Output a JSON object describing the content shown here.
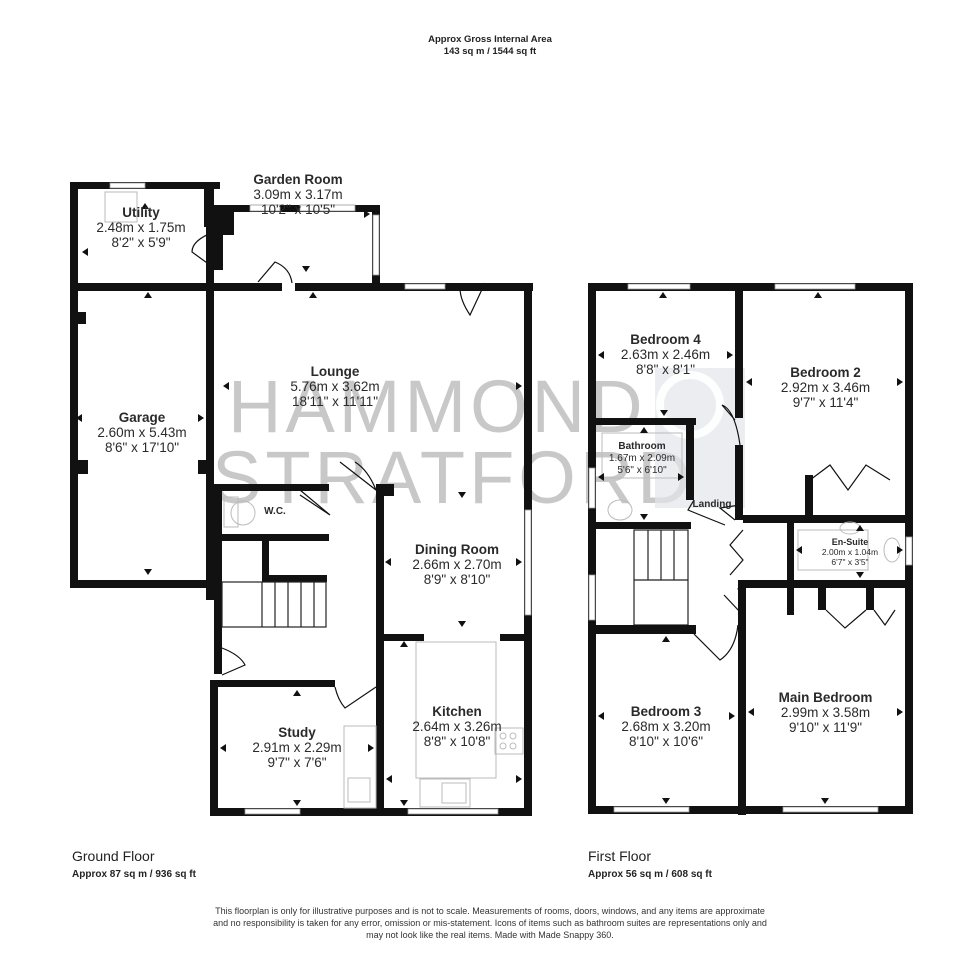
{
  "header": {
    "title": "Approx Gross Internal Area",
    "area": "143 sq m / 1544 sq ft"
  },
  "watermark": {
    "line1": "HAMMOND",
    "line2": "STRATFORD"
  },
  "ground_floor": {
    "title": "Ground Floor",
    "area": "Approx 87 sq m / 936 sq ft",
    "rooms": [
      {
        "name": "Garden Room",
        "metric": "3.09m x 3.17m",
        "imperial": "10'2\" x 10'5\""
      },
      {
        "name": "Utility",
        "metric": "2.48m x 1.75m",
        "imperial": "8'2\" x 5'9\""
      },
      {
        "name": "Lounge",
        "metric": "5.76m x 3.62m",
        "imperial": "18'11\" x 11'11\""
      },
      {
        "name": "Garage",
        "metric": "2.60m x 5.43m",
        "imperial": "8'6\" x 17'10\""
      },
      {
        "name": "W.C.",
        "metric": "",
        "imperial": ""
      },
      {
        "name": "Dining Room",
        "metric": "2.66m x 2.70m",
        "imperial": "8'9\" x 8'10\""
      },
      {
        "name": "Kitchen",
        "metric": "2.64m x 3.26m",
        "imperial": "8'8\" x 10'8\""
      },
      {
        "name": "Study",
        "metric": "2.91m x 2.29m",
        "imperial": "9'7\" x 7'6\""
      }
    ]
  },
  "first_floor": {
    "title": "First Floor",
    "area": "Approx 56 sq m / 608 sq ft",
    "rooms": [
      {
        "name": "Bedroom 4",
        "metric": "2.63m x 2.46m",
        "imperial": "8'8\" x 8'1\""
      },
      {
        "name": "Bedroom 2",
        "metric": "2.92m x 3.46m",
        "imperial": "9'7\" x 11'4\""
      },
      {
        "name": "Bathroom",
        "metric": "1.67m x 2.09m",
        "imperial": "5'6\" x 6'10\""
      },
      {
        "name": "Landing",
        "metric": "",
        "imperial": ""
      },
      {
        "name": "En-Suite",
        "metric": "2.00m x 1.04m",
        "imperial": "6'7\" x 3'5\""
      },
      {
        "name": "Bedroom 3",
        "metric": "2.68m x 3.20m",
        "imperial": "8'10\" x 10'6\""
      },
      {
        "name": "Main Bedroom",
        "metric": "2.99m x 3.58m",
        "imperial": "9'10\" x 11'9\""
      }
    ]
  },
  "disclaimer": {
    "line1": "This floorplan is only for illustrative purposes and is not to scale. Measurements of rooms, doors, windows, and any items are approximate",
    "line2": "and no responsibility is taken for any error, omission or mis-statement. Icons of items such as bathroom suites are representations only and",
    "line3": "may not look like the real items. Made with Made Snappy 360."
  }
}
